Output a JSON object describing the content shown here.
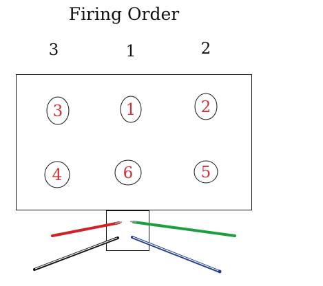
{
  "title": "Firing Order",
  "columns": [
    {
      "label": "3"
    },
    {
      "label": "1"
    },
    {
      "label": "2"
    }
  ],
  "cylinders": [
    {
      "label": "3"
    },
    {
      "label": "1"
    },
    {
      "label": "2"
    },
    {
      "label": "4"
    },
    {
      "label": "6"
    },
    {
      "label": "5"
    }
  ],
  "colors": {
    "outline": "#111111",
    "cylinder_label": "#d42f35",
    "wire_red": "#d32026",
    "wire_green": "#1b9e3d",
    "wire_black": "#111111",
    "wire_blue": "#1f3c8f"
  },
  "wires": [
    {
      "color_name": "red"
    },
    {
      "color_name": "green"
    },
    {
      "color_name": "black"
    },
    {
      "color_name": "blue"
    }
  ]
}
